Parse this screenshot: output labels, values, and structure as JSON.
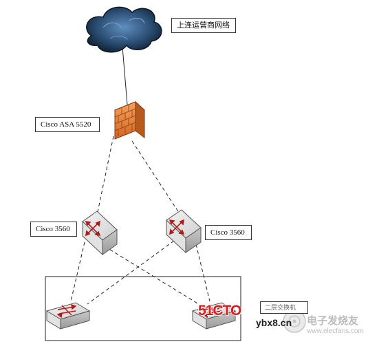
{
  "nodes": {
    "cloud": {
      "label": "上连运营商网络"
    },
    "firewall": {
      "label": "Cisco ASA 5520"
    },
    "core_left": {
      "label": "Cisco 3560"
    },
    "core_right": {
      "label": "Cisco 3560"
    },
    "access_group": {
      "label": "二层交换机"
    }
  },
  "watermarks": {
    "logo": "51CTO",
    "site": "ybx8.cn",
    "brand": "电子发烧友",
    "brand_url": "www.elecfans.com"
  },
  "colors": {
    "line": "#222222",
    "cloud": "#2b4e74",
    "firewall": "#e07a33",
    "switch": "#d7d7d7",
    "arrow": "#b01a1a",
    "logo_red": "#d81e1e"
  }
}
